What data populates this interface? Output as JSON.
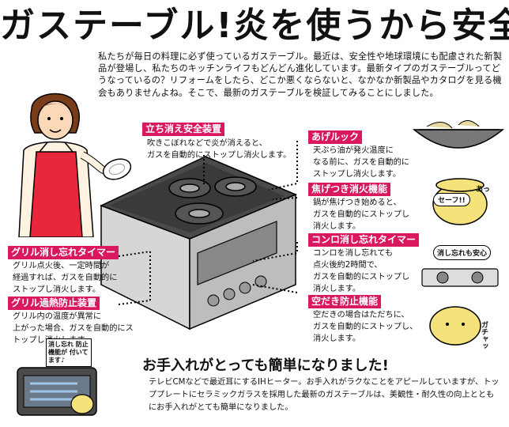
{
  "title": "ガステーブル!炎を使うから安全",
  "intro": "私たちが毎日の料理に必ず使っているガステーブル。最近は、安全性や地球環境にも配慮された新製品が登場し、私たちのキッチンライフもどんどん進化しています。最新タイプのガステーブルってどうなっているの？リフォームをしたら、どこか悪くならないと、なかなか新製品やカタログを見る機会もありませんよね。そこで、最新のガステーブルを検証してみることにしました。",
  "features": {
    "tachikie": {
      "label": "立ち消え安全装置",
      "desc": [
        "吹きこぼれなどで炎が消えると、",
        "ガスを自動的にストップし消火します。"
      ]
    },
    "agelook": {
      "label": "あげルック",
      "desc": [
        "天ぷら油が発火温度に",
        "なる前に、ガスを自動的に",
        "ストップし消火します。"
      ]
    },
    "kogetsuki": {
      "label": "焦げつき消火機能",
      "desc": [
        "鍋が焦げつき始めると、",
        "ガスを自動的にストップし",
        "消火します。"
      ]
    },
    "konro_timer": {
      "label": "コンロ消し忘れタイマー",
      "desc": [
        "コンロを消し忘れても",
        "点火後約2時間で、",
        "ガスを自動的にストップし",
        "消火します。"
      ]
    },
    "karadaki": {
      "label": "空だき防止機能",
      "desc": [
        "空だきの場合はただちに、",
        "ガスを自動的にストップし、",
        "消火します。"
      ]
    },
    "grill_timer": {
      "label": "グリル消し忘れタイマー",
      "desc": [
        "グリル点火後、一定時間が",
        "経過すれば、ガスを自動的に",
        "ストップし消火します。"
      ]
    },
    "grill_kanetsu": {
      "label": "グリル過熱防止装置",
      "desc": [
        "グリル内の温度が異常に",
        "上がった場合、ガスを自動的にス",
        "トップし消火します。"
      ]
    }
  },
  "bubbles": {
    "safe": "セーフ!!",
    "ah": "あっ",
    "keshiwasure": "消し忘れも安心",
    "gatchan": "ガチャッ",
    "grill_note": "消し忘れ 防止機能が 付いてます♪"
  },
  "cleanup": {
    "heading": "お手入れがとっても簡単になりました!",
    "body": "テレビCMなどで最近耳にするIHヒーター。お手入れがラクなことをアピールしていますが、トッププレートにセラミックガラスを採用した最新のガステーブルは、美観性・耐久性の向上とともにお手入れがとても簡単になりました。"
  },
  "colors": {
    "label_bg": "#d9185f",
    "apron": "#e8273d",
    "stove_top": "#4a4a4a",
    "stove_body": "#c8c8c8"
  }
}
